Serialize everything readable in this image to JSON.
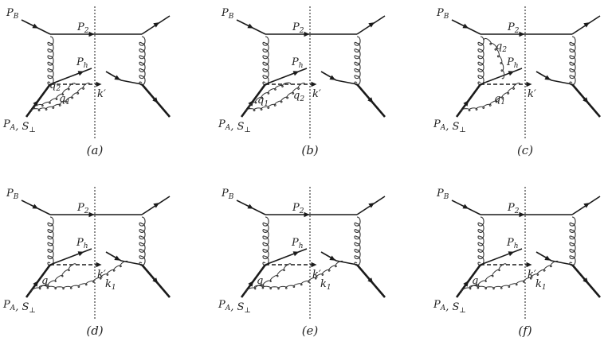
{
  "labels": {
    "pb": "P_B",
    "p2": "P_2",
    "ph": "P_h",
    "kp": "k′",
    "pa": "P_A, S_⊥",
    "q1": "q_1",
    "q2": "q_2",
    "q": "q",
    "k1": "k_1"
  },
  "panels": [
    {
      "id": "a",
      "caption": "(a)",
      "variant": "a"
    },
    {
      "id": "b",
      "caption": "(b)",
      "variant": "b"
    },
    {
      "id": "c",
      "caption": "(c)",
      "variant": "c"
    },
    {
      "id": "d",
      "caption": "(d)",
      "variant": "d"
    },
    {
      "id": "e",
      "caption": "(e)",
      "variant": "e"
    },
    {
      "id": "f",
      "caption": "(f)",
      "variant": "f"
    }
  ],
  "colors": {
    "line": "#1a1a1a",
    "gluon": "#333333",
    "text": "#222222"
  }
}
